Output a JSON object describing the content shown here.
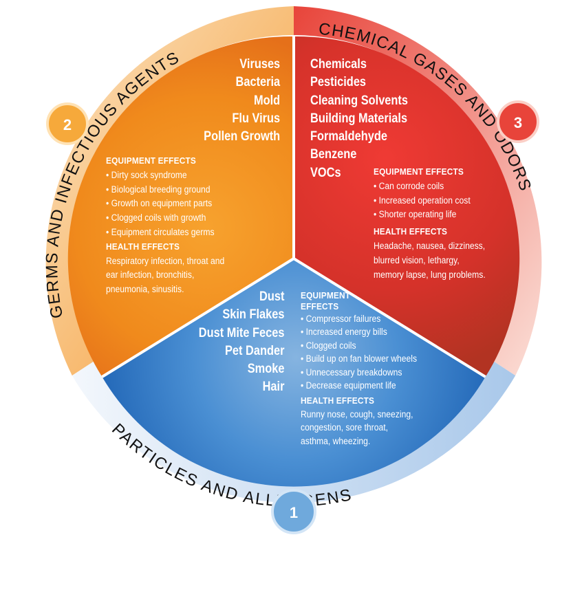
{
  "colors": {
    "orange": "#f28c1e",
    "red": "#d9342b",
    "blue": "#2e7fcf",
    "badge_orange": "#f6a93b",
    "badge_red": "#e8443a",
    "badge_blue": "#6fa9dc"
  },
  "segments": {
    "germs": {
      "number": "2",
      "ring_title": "GERMS AND INFECTIOUS AGENTS",
      "items": [
        "Viruses",
        "Bacteria",
        "Mold",
        "Flu Virus",
        "Pollen Growth"
      ],
      "equipment_effects_heading": "EQUIPMENT EFFECTS",
      "equipment_effects": [
        "Dirty sock syndrome",
        "Biological breeding ground",
        "Growth on equipment parts",
        "Clogged coils with growth",
        "Equipment circulates germs"
      ],
      "health_effects_heading": "HEALTH EFFECTS",
      "health_effects_lines": [
        "Respiratory infection, throat and",
        "ear infection, bronchitis,",
        "pneumonia, sinusitis."
      ]
    },
    "chemical": {
      "number": "3",
      "ring_title": "CHEMICAL GASES AND ODORS",
      "items": [
        "Chemicals",
        "Pesticides",
        "Cleaning Solvents",
        "Building Materials",
        "Formaldehyde",
        "Benzene",
        "VOCs"
      ],
      "equipment_effects_heading": "EQUIPMENT EFFECTS",
      "equipment_effects": [
        "Can corrode coils",
        "Increased operation cost",
        "Shorter operating life"
      ],
      "health_effects_heading": "HEALTH EFFECTS",
      "health_effects_lines": [
        "Headache, nausea, dizziness,",
        "blurred vision, lethargy,",
        "memory lapse, lung problems."
      ]
    },
    "particles": {
      "number": "1",
      "ring_title": "PARTICLES AND ALLERGENS",
      "items": [
        "Dust",
        "Skin Flakes",
        "Dust Mite Feces",
        "Pet Dander",
        "Smoke",
        "Hair"
      ],
      "equipment_effects_heading_lines": [
        "EQUIPMENT",
        "EFFECTS"
      ],
      "equipment_effects": [
        "Compressor failures",
        "Increased energy bills",
        "Clogged coils",
        "Build up on fan blower wheels",
        "Unnecessary breakdowns",
        "Decrease equipment life"
      ],
      "health_effects_heading": "HEALTH EFFECTS",
      "health_effects_lines": [
        "Runny nose, cough, sneezing,",
        "congestion, sore throat,",
        "asthma, wheezing."
      ]
    }
  }
}
